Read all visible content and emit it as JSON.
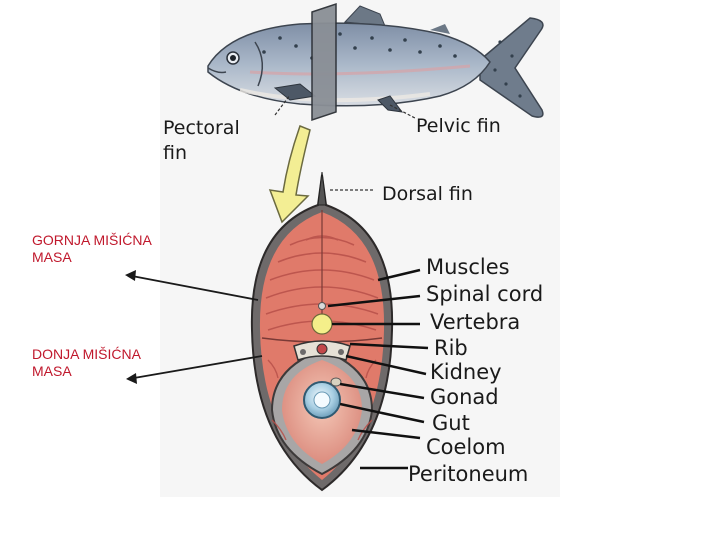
{
  "labels": {
    "pectoral_fin": [
      "Pectoral",
      "fin"
    ],
    "pelvic_fin": "Pelvic fin",
    "dorsal_fin": "Dorsal fin",
    "muscles": "Muscles",
    "spinal_cord": "Spinal cord",
    "vertebra": "Vertebra",
    "rib": "Rib",
    "kidney": "Kidney",
    "gonad": "Gonad",
    "gut": "Gut",
    "coelom": "Coelom",
    "peritoneum": "Peritoneum"
  },
  "annotations": {
    "upper_muscle": [
      "GORNJA MIŠIĆNA",
      "MASA"
    ],
    "lower_muscle": [
      "DONJA MIŠIĆNA",
      "MASA"
    ]
  },
  "colors": {
    "annotation_text": "#c0182c",
    "muscle": "#e07a6a",
    "fish_body": "#9fb2c6",
    "arrow_fill": "#f3ee94"
  }
}
